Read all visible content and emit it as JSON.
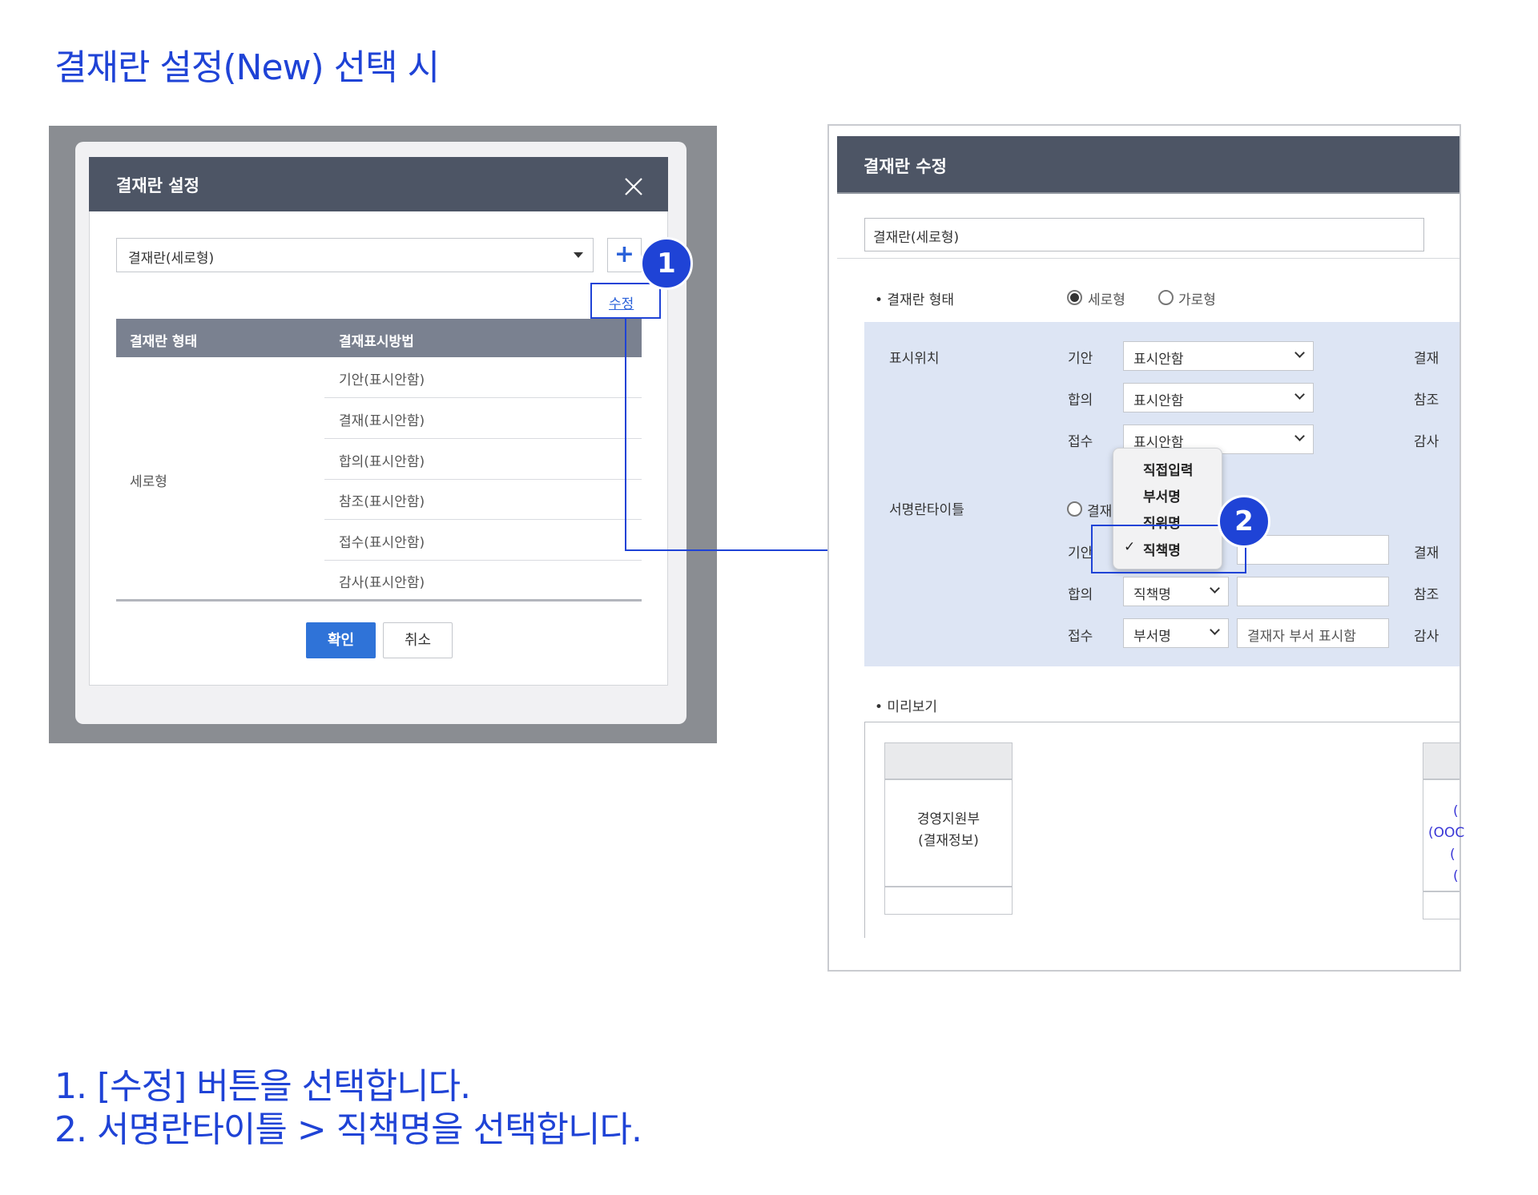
{
  "page_title": "결재란 설정(New) 선택 시",
  "left_dialog": {
    "title": "결재란 설정",
    "select_value": "결재란(세로형)",
    "add_label": "+",
    "edit_link": "수정",
    "table": {
      "col1": "결재란 형태",
      "col2": "결재표시방법",
      "type_value": "세로형",
      "rows": [
        "기안(표시안함)",
        "결재(표시안함)",
        "합의(표시안함)",
        "참조(표시안함)",
        "접수(표시안함)",
        "감사(표시안함)"
      ]
    },
    "ok": "확인",
    "cancel": "취소"
  },
  "badges": {
    "one": "1",
    "two": "2"
  },
  "right_panel": {
    "title": "결재란 수정",
    "name_value": "결재란(세로형)",
    "form_type_label": "• 결재란 형태",
    "radio_vertical": "세로형",
    "radio_horizontal": "가로형",
    "display_position_label": "표시위치",
    "position_rows": [
      {
        "label": "기안",
        "value": "표시안함",
        "right": "결재"
      },
      {
        "label": "합의",
        "value": "표시안함",
        "right": "참조"
      },
      {
        "label": "접수",
        "value": "표시안함",
        "right": "감사"
      }
    ],
    "signature_title_label": "서명란타이틀",
    "sig_radio_partial": "결재",
    "sig_partial_label": "기안",
    "sig_rows": [
      {
        "label": "합의",
        "value": "직책명",
        "field": "",
        "right": "참조"
      },
      {
        "label": "접수",
        "value": "부서명",
        "field": "결재자 부서 표시함",
        "right": "감사"
      }
    ],
    "sig_first_right": "결재",
    "dropdown_options": [
      "직접입력",
      "부서명",
      "직위명",
      "직책명"
    ],
    "dropdown_selected": "직책명",
    "check_mark": "✓",
    "preview_label": "• 미리보기",
    "preview_cell_line1": "경영지원부",
    "preview_cell_line2": "(결재정보)",
    "preview_right_partial": [
      "(",
      "(OOC",
      "(",
      "("
    ]
  },
  "instructions": [
    "1. [수정] 버튼을 선택합니다.",
    "2. 서명란타이틀 > 직책명을 선택합니다."
  ]
}
